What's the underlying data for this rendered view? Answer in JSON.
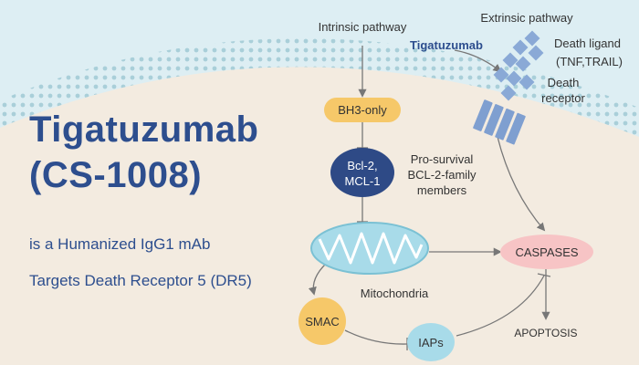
{
  "title": {
    "name": "Tigatuzumab",
    "code": "(CS-1008)",
    "line1": "is a Humanized IgG1 mAb",
    "line2": "Targets Death Receptor 5 (DR5)"
  },
  "diagram": {
    "intrinsic_label": "Intrinsic pathway",
    "extrinsic_label": "Extrinsic pathway",
    "drug_label": "Tigatuzumab",
    "death_ligand_line1": "Death ligand",
    "death_ligand_line2": "(TNF,TRAIL)",
    "death_receptor_line1": "Death",
    "death_receptor_line2": "receptor",
    "bh3_label": "BH3-only",
    "bcl_line1": "Bcl-2,",
    "bcl_line2": "MCL-1",
    "prosurvival_line1": "Pro-survival",
    "prosurvival_line2": "BCL-2-family",
    "prosurvival_line3": "members",
    "mitochondria_label": "Mitochondria",
    "caspases_label": "CASPASES",
    "apoptosis_label": "APOPTOSIS",
    "smac_label": "SMAC",
    "iaps_label": "IAPs"
  },
  "colors": {
    "title_blue": "#2d4e8e",
    "navy_node": "#2e4a86",
    "orange_node": "#f6c869",
    "caspase_pink": "#f7c4c5",
    "outside_bg": "#ddeef3",
    "cell_bg": "#f3ebe0",
    "membrane_dots": "#a9cfd9",
    "receptor_blue": "#7f9fd0",
    "mito_blue": "#a8dbe9",
    "arrow_gray": "#777777",
    "text_dark": "#333333"
  }
}
